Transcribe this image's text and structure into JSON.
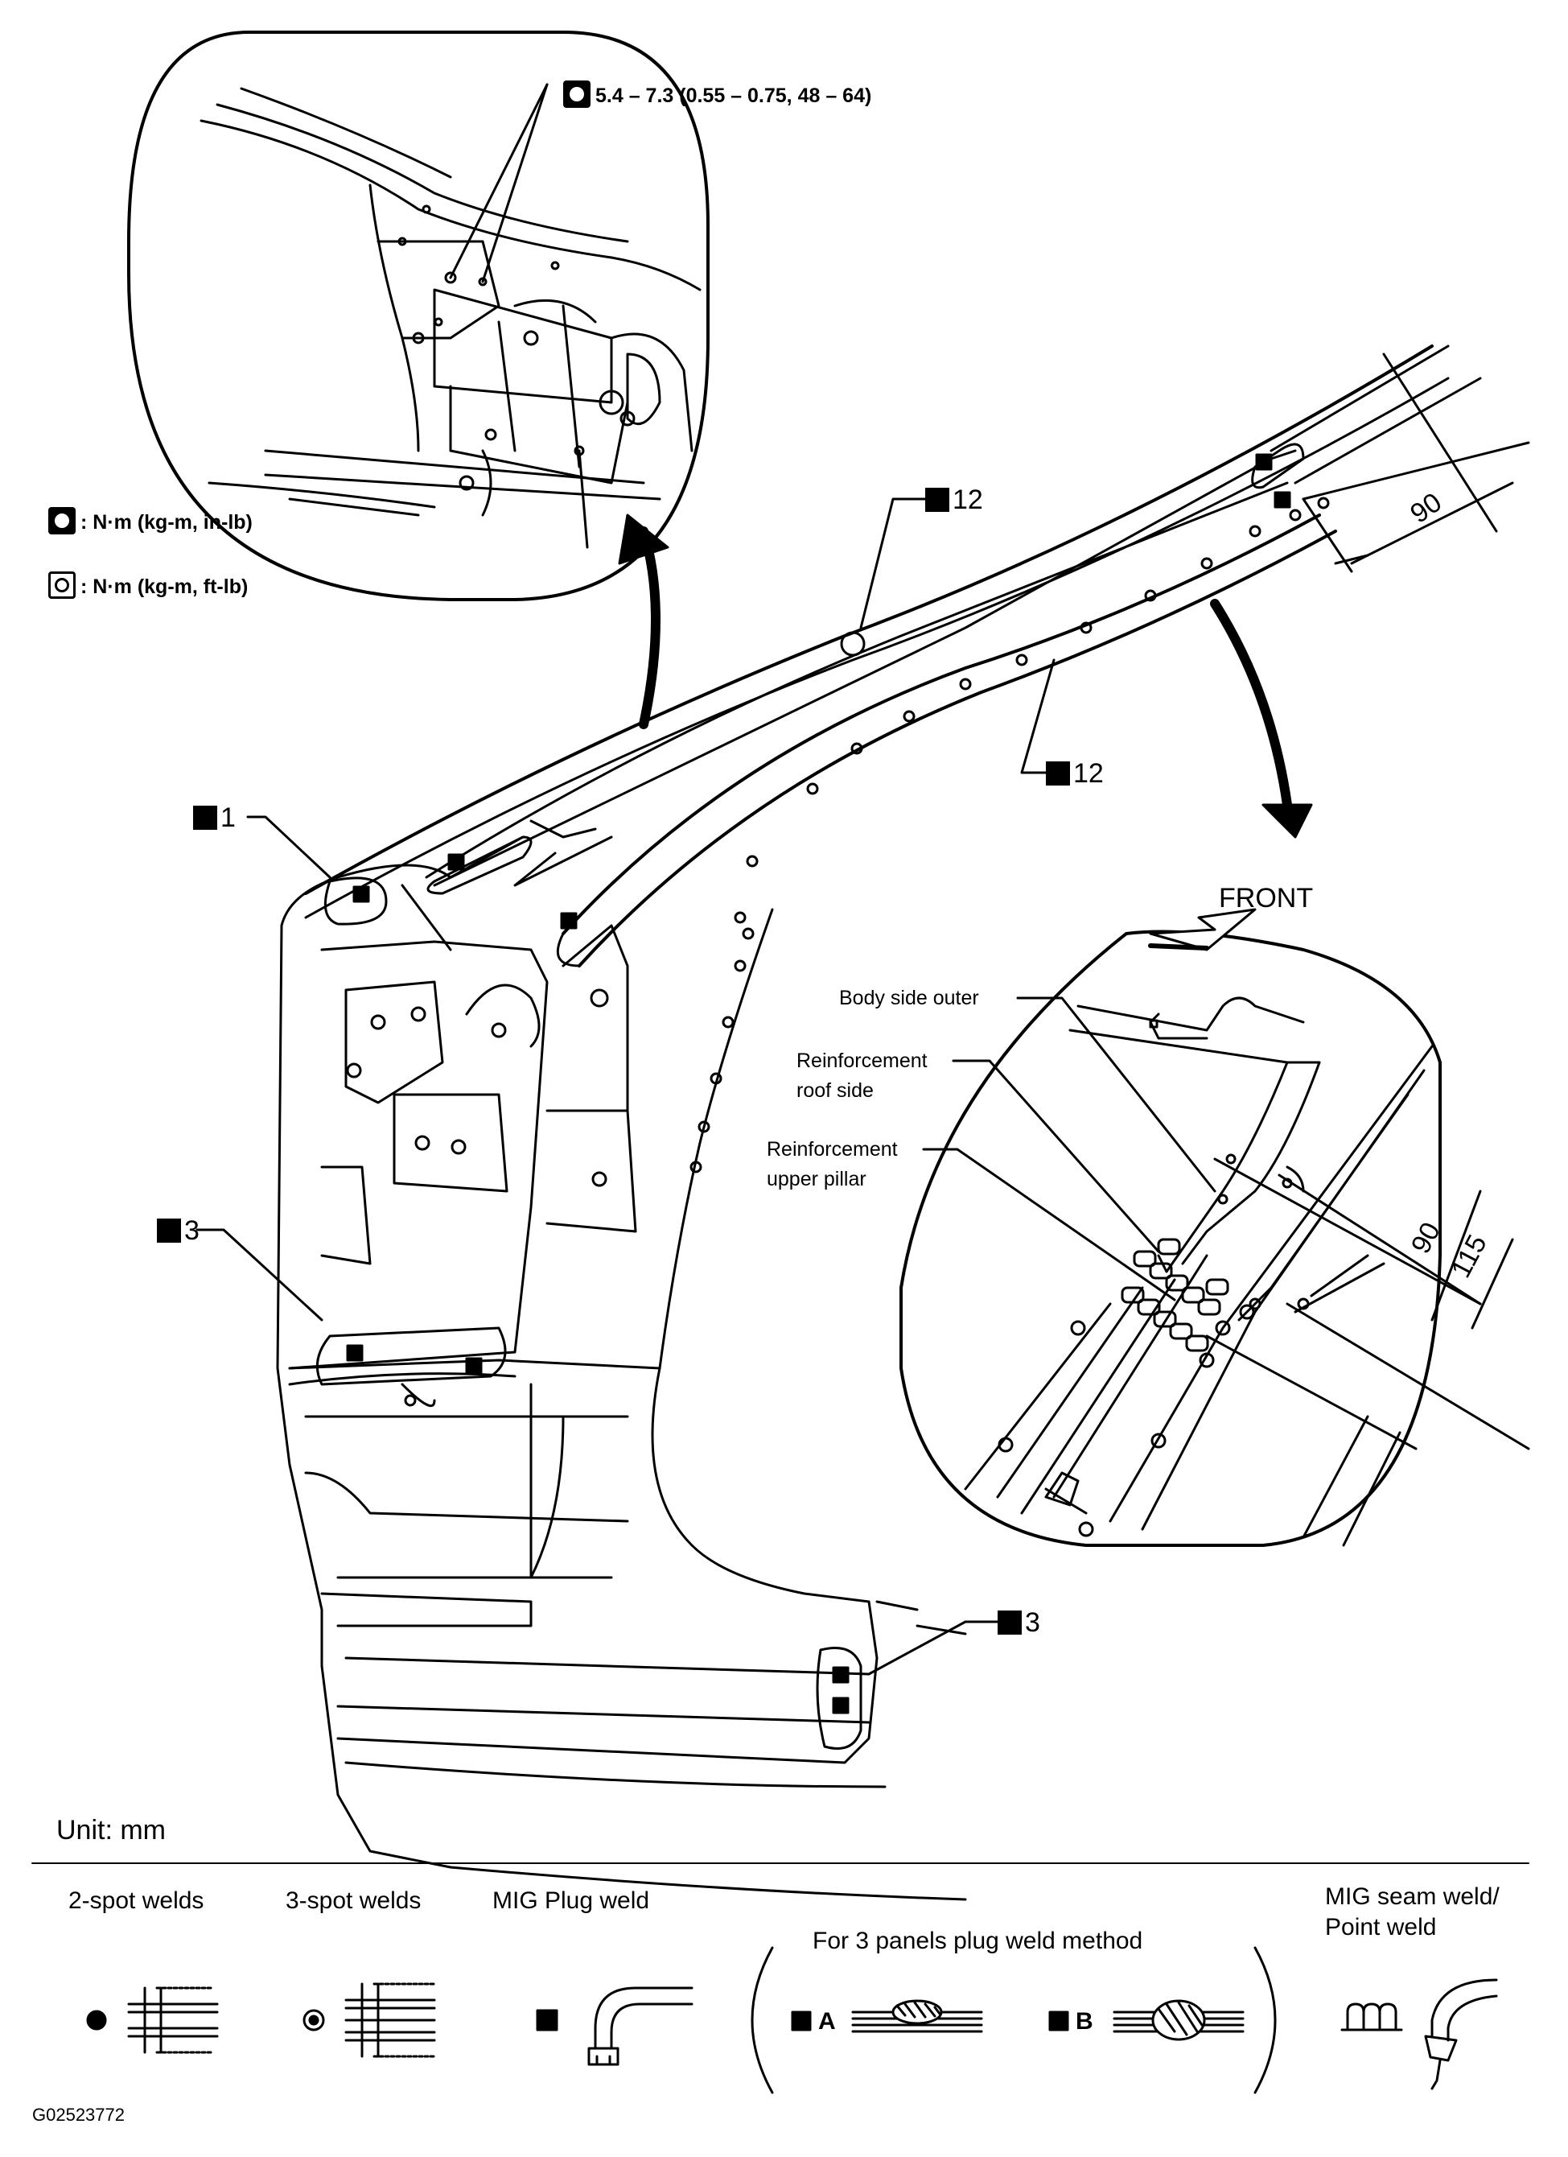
{
  "torque_callout": "5.4 – 7.3 (0.55 – 0.75, 48 – 64)",
  "torque_legend": [
    {
      "icon": "socket-wrench-icon",
      "text": ": N·m (kg-m, in-lb)"
    },
    {
      "icon": "open-wrench-icon",
      "text": ": N·m (kg-m, ft-lb)"
    }
  ],
  "weld_callouts": {
    "top_outer": "12",
    "top_inner": "12",
    "left_upper": "1",
    "left_lower": "3",
    "bottom_right": "3"
  },
  "detail": {
    "direction": "FRONT",
    "part_labels": [
      "Body side outer",
      "Reinforcement",
      "roof side",
      "Reinforcement",
      "upper pillar"
    ],
    "dim_a": "90",
    "dim_b": "115"
  },
  "dim_top": "90",
  "unit": "Unit: mm",
  "legend": {
    "two_spot": "2-spot welds",
    "three_spot": "3-spot welds",
    "mig_plug": "MIG Plug weld",
    "three_panel": "For 3 panels plug weld method",
    "method_a": "A",
    "method_b": "B",
    "mig_seam_1": "MIG seam weld/",
    "mig_seam_2": "Point weld"
  },
  "figure_id": "G02523772"
}
